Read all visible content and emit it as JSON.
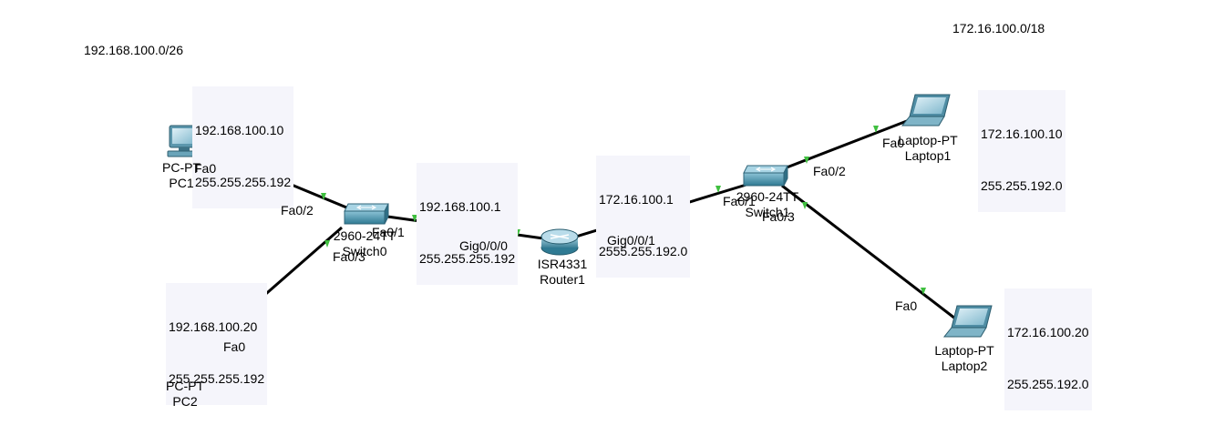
{
  "networks": {
    "lan_left": "192.168.100.0/26",
    "lan_right": "172.16.100.0/18"
  },
  "notes": {
    "pc1": [
      "192.168.100.10",
      "255.255.255.192"
    ],
    "pc2": [
      "192.168.100.20",
      "255.255.255.192"
    ],
    "router_left": [
      "192.168.100.1",
      "255.255.255.192"
    ],
    "router_right": [
      "172.16.100.1",
      "2555.255.192.0"
    ],
    "laptop1": [
      "172.16.100.10",
      "255.255.192.0"
    ],
    "laptop2": [
      "172.16.100.20",
      "255.255.192.0"
    ]
  },
  "devices": {
    "pc1": {
      "model": "PC-PT",
      "name": "PC1"
    },
    "pc2": {
      "model": "PC-PT",
      "name": "PC2"
    },
    "switch_left": {
      "model": "2960-24TT",
      "name": "Switch0"
    },
    "router": {
      "model": "ISR4331",
      "name": "Router1"
    },
    "switch_right": {
      "model": "2960-24TT",
      "name": "Switch1"
    },
    "laptop1": {
      "model": "Laptop-PT",
      "name": "Laptop1"
    },
    "laptop2": {
      "model": "Laptop-PT",
      "name": "Laptop2"
    }
  },
  "ports": {
    "pc1_fa0": "Fa0",
    "sw0_fa02": "Fa0/2",
    "sw0_fa03": "Fa0/3",
    "sw0_fa01": "Fa0/1",
    "pc2_fa0": "Fa0",
    "r_gig000": "Gig0/0/0",
    "r_gig001": "Gig0/0/1",
    "sw1_fa01": "Fa0/1",
    "sw1_fa02": "Fa0/2",
    "sw1_fa03": "Fa0/3",
    "lap1_fa0": "Fa0",
    "lap2_fa0": "Fa0"
  },
  "colors": {
    "link": "#000000",
    "link_light": "#3fbf3f",
    "note_bg": "#f5f5fb",
    "device_body": "#4a8fa8"
  }
}
